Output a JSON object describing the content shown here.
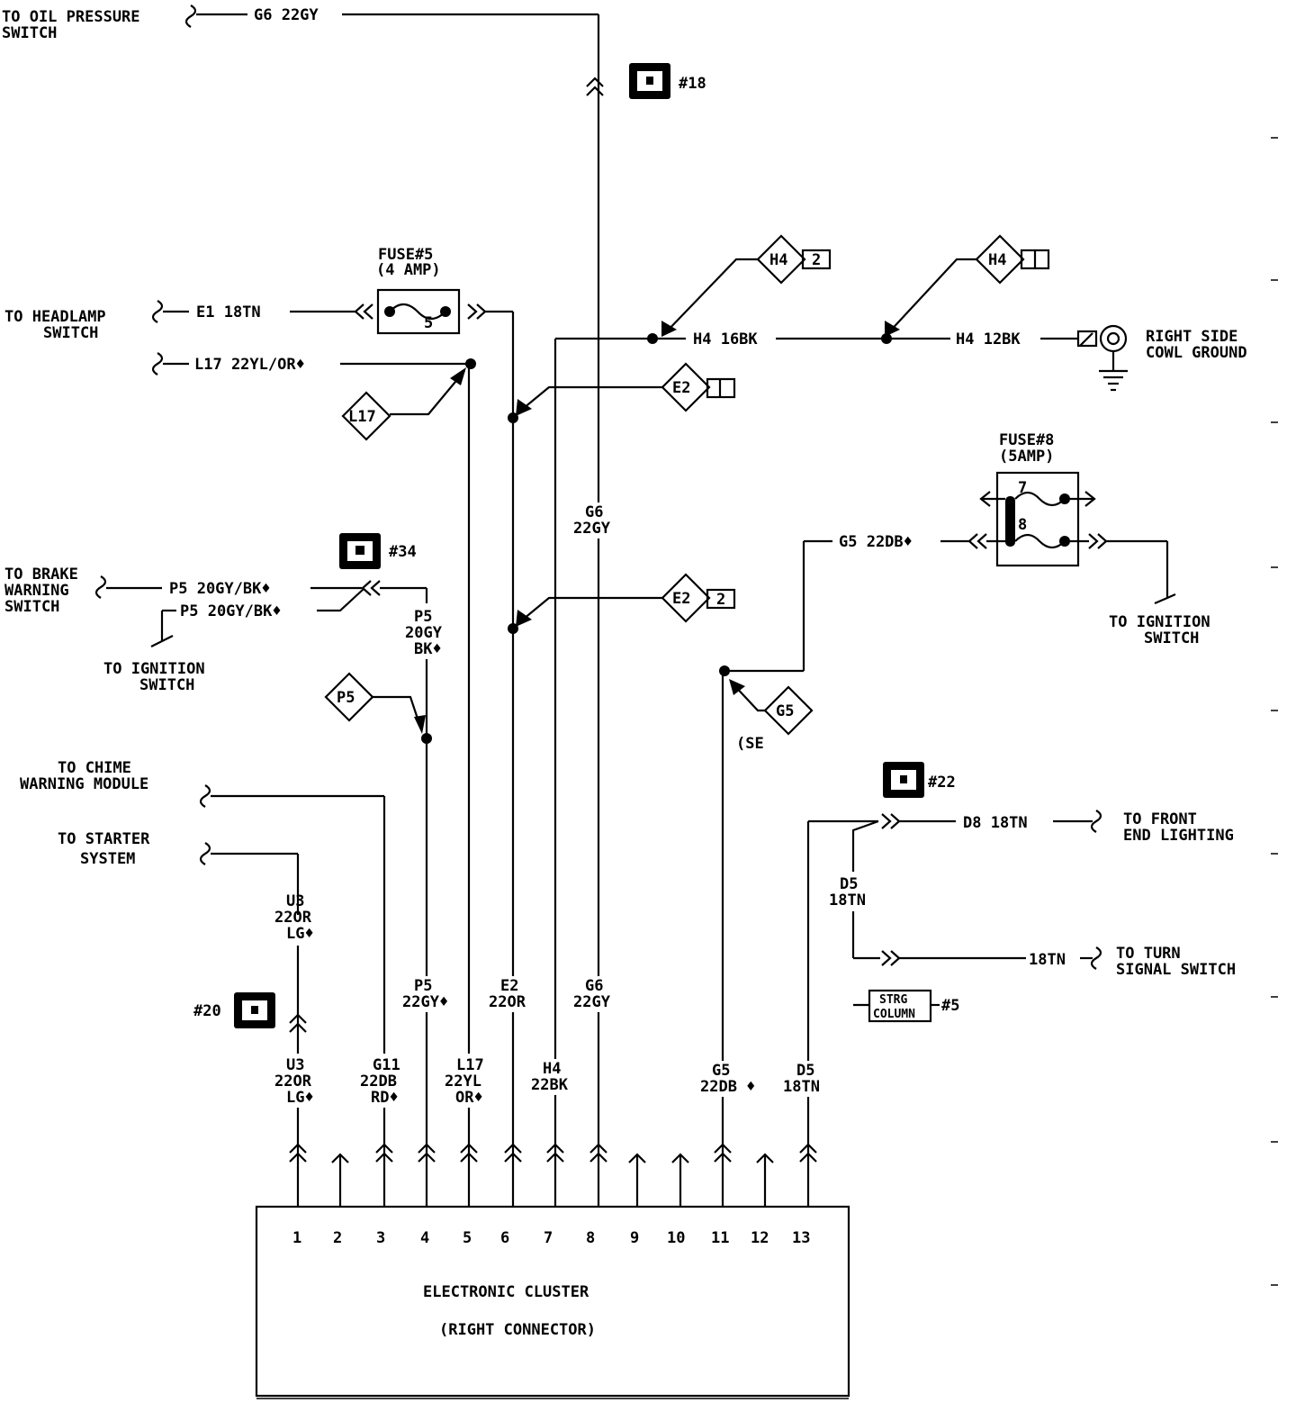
{
  "labels": {
    "oil_pressure": [
      "TO OIL PRESSURE",
      "SWITCH"
    ],
    "g6_top": "G6 22GY",
    "conn18": "#18",
    "fuse5": [
      "FUSE#5",
      "(4 AMP)"
    ],
    "fuse5_num": "5",
    "headlamp": [
      "TO HEADLAMP",
      "SWITCH"
    ],
    "e1": "E1 18TN",
    "l17": "L17 22YL/OR♦",
    "l17_diamond": "L17",
    "h4": "H4",
    "h4_box_a": "2",
    "h4_16bk": "H4 16BK",
    "h4_12bk": "H4 12BK",
    "cowl_ground": [
      "RIGHT SIDE",
      "COWL GROUND"
    ],
    "e2": "E2",
    "e2_box_b": "2",
    "g6_mid": [
      "G6",
      "22GY"
    ],
    "fuse8": [
      "FUSE#8",
      "(5AMP)"
    ],
    "fuse8_a": "7",
    "fuse8_b": "8",
    "g5_top": "G5 22DB♦",
    "ign_right": [
      "TO IGNITION",
      "SWITCH"
    ],
    "conn34": "#34",
    "brake": [
      "TO BRAKE",
      "WARNING",
      "SWITCH"
    ],
    "p5_a": "P5 20GY/BK♦",
    "p5_b": "P5 20GY/BK♦",
    "p5_vert": [
      "P5",
      "20GY",
      "BK♦"
    ],
    "ign_left": [
      "TO IGNITION",
      "SWITCH"
    ],
    "p5_diamond": "P5",
    "g5_diamond": "G5",
    "se_note": "(SE",
    "chime": [
      "TO CHIME",
      "WARNING MODULE"
    ],
    "starter": [
      "TO STARTER",
      "SYSTEM"
    ],
    "conn22": "#22",
    "d8_18tn": "D8 18TN",
    "front_lighting": [
      "TO FRONT",
      "END LIGHTING"
    ],
    "d5_vert": [
      "D5",
      "18TN"
    ],
    "d_18tn": "18TN",
    "turn_signal": [
      "TO TURN",
      "SIGNAL SWITCH"
    ],
    "strg_column": [
      "STRG",
      "COLUMN"
    ],
    "strg_num": "#5",
    "u3_upper": [
      "U3",
      "22OR",
      "LG♦"
    ],
    "conn20": "#20",
    "u3_lower": [
      "U3",
      "22OR",
      "LG♦"
    ],
    "g11": [
      "G11",
      "22DB",
      "RD♦"
    ],
    "p5_lower": [
      "P5",
      "22GY♦"
    ],
    "l17_lower": [
      "L17",
      "22YL",
      "OR♦"
    ],
    "e2_lower": [
      "E2",
      "22OR"
    ],
    "h4_lower": [
      "H4",
      "22BK"
    ],
    "g6_lower": [
      "G6",
      "22GY"
    ],
    "g5_lower": [
      "G5",
      "22DB ♦"
    ],
    "d5_lower": [
      "D5",
      "18TN"
    ],
    "pins": [
      "1",
      "2",
      "3",
      "4",
      "5",
      "6",
      "7",
      "8",
      "9",
      "10",
      "11",
      "12",
      "13"
    ],
    "cluster": [
      "ELECTRONIC CLUSTER",
      "(RIGHT CONNECTOR)"
    ]
  }
}
